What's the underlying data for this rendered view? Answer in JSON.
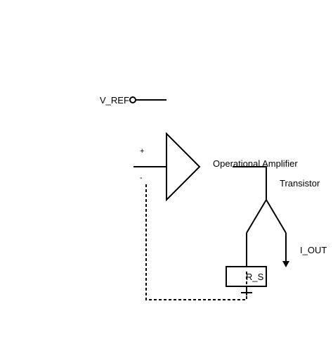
{
  "labels": {
    "vref": "V_REF",
    "plus": "+",
    "minus": "-",
    "opamp": "Operational Amplifier",
    "transistor": "Transistor",
    "iout": "I_OUT",
    "rs": "R_S"
  }
}
